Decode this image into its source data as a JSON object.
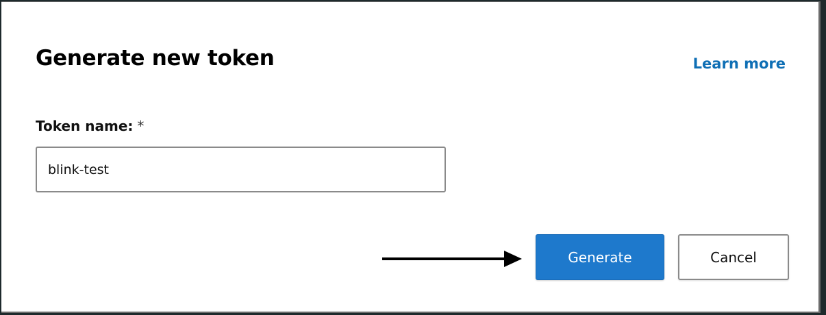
{
  "dialog": {
    "title": "Generate new token",
    "learn_more_label": "Learn more",
    "colors": {
      "link": "#0f6fb5",
      "primary_button": "#1e79cc"
    }
  },
  "form": {
    "token_name_label": "Token name:",
    "required_marker": "*",
    "token_name_value": "blink-test"
  },
  "annotation": {
    "arrow_icon": "arrow-right-icon"
  },
  "actions": {
    "generate_label": "Generate",
    "cancel_label": "Cancel"
  }
}
